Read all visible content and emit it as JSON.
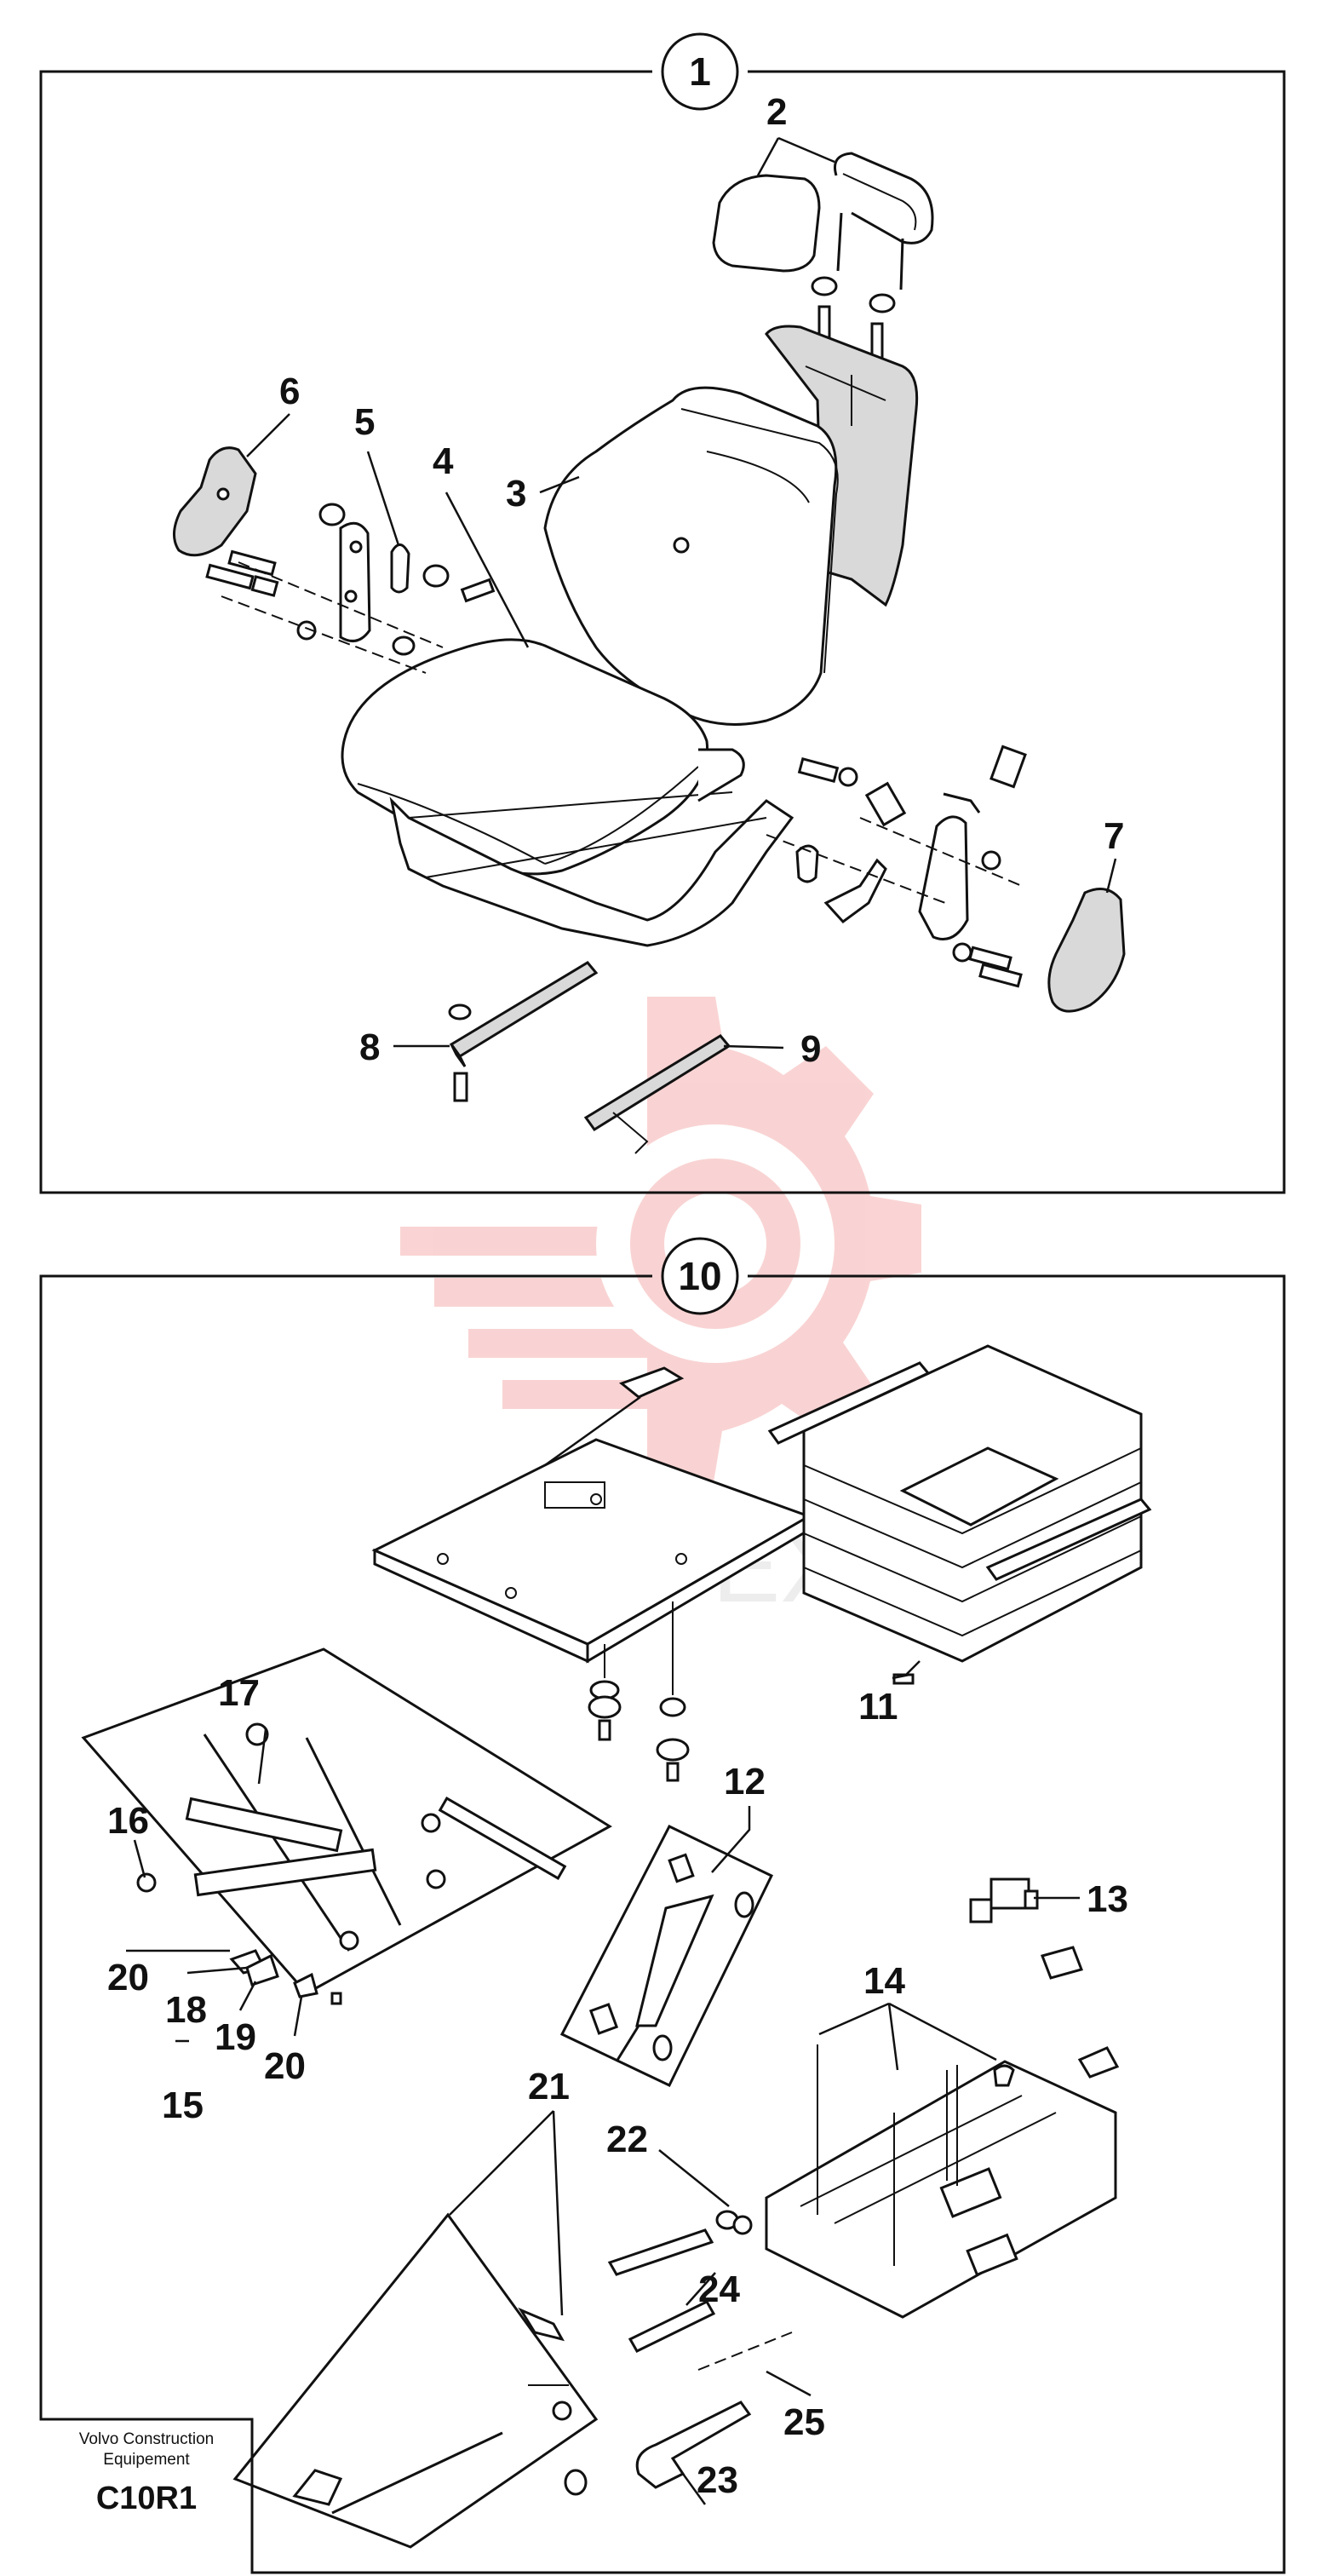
{
  "groups": [
    {
      "number": "1"
    },
    {
      "number": "10"
    }
  ],
  "callouts": [
    "2",
    "3",
    "4",
    "5",
    "6",
    "7",
    "8",
    "9",
    "11",
    "12",
    "13",
    "14",
    "15",
    "16",
    "17",
    "18",
    "19",
    "20",
    "20",
    "21",
    "22",
    "23",
    "24",
    "25"
  ],
  "footer": {
    "maker_line1": "Volvo Construction",
    "maker_line2": "Equipement",
    "code": "C10R1"
  },
  "watermark": {
    "text": "ИНТЕХ",
    "color": "#e83a3a"
  }
}
